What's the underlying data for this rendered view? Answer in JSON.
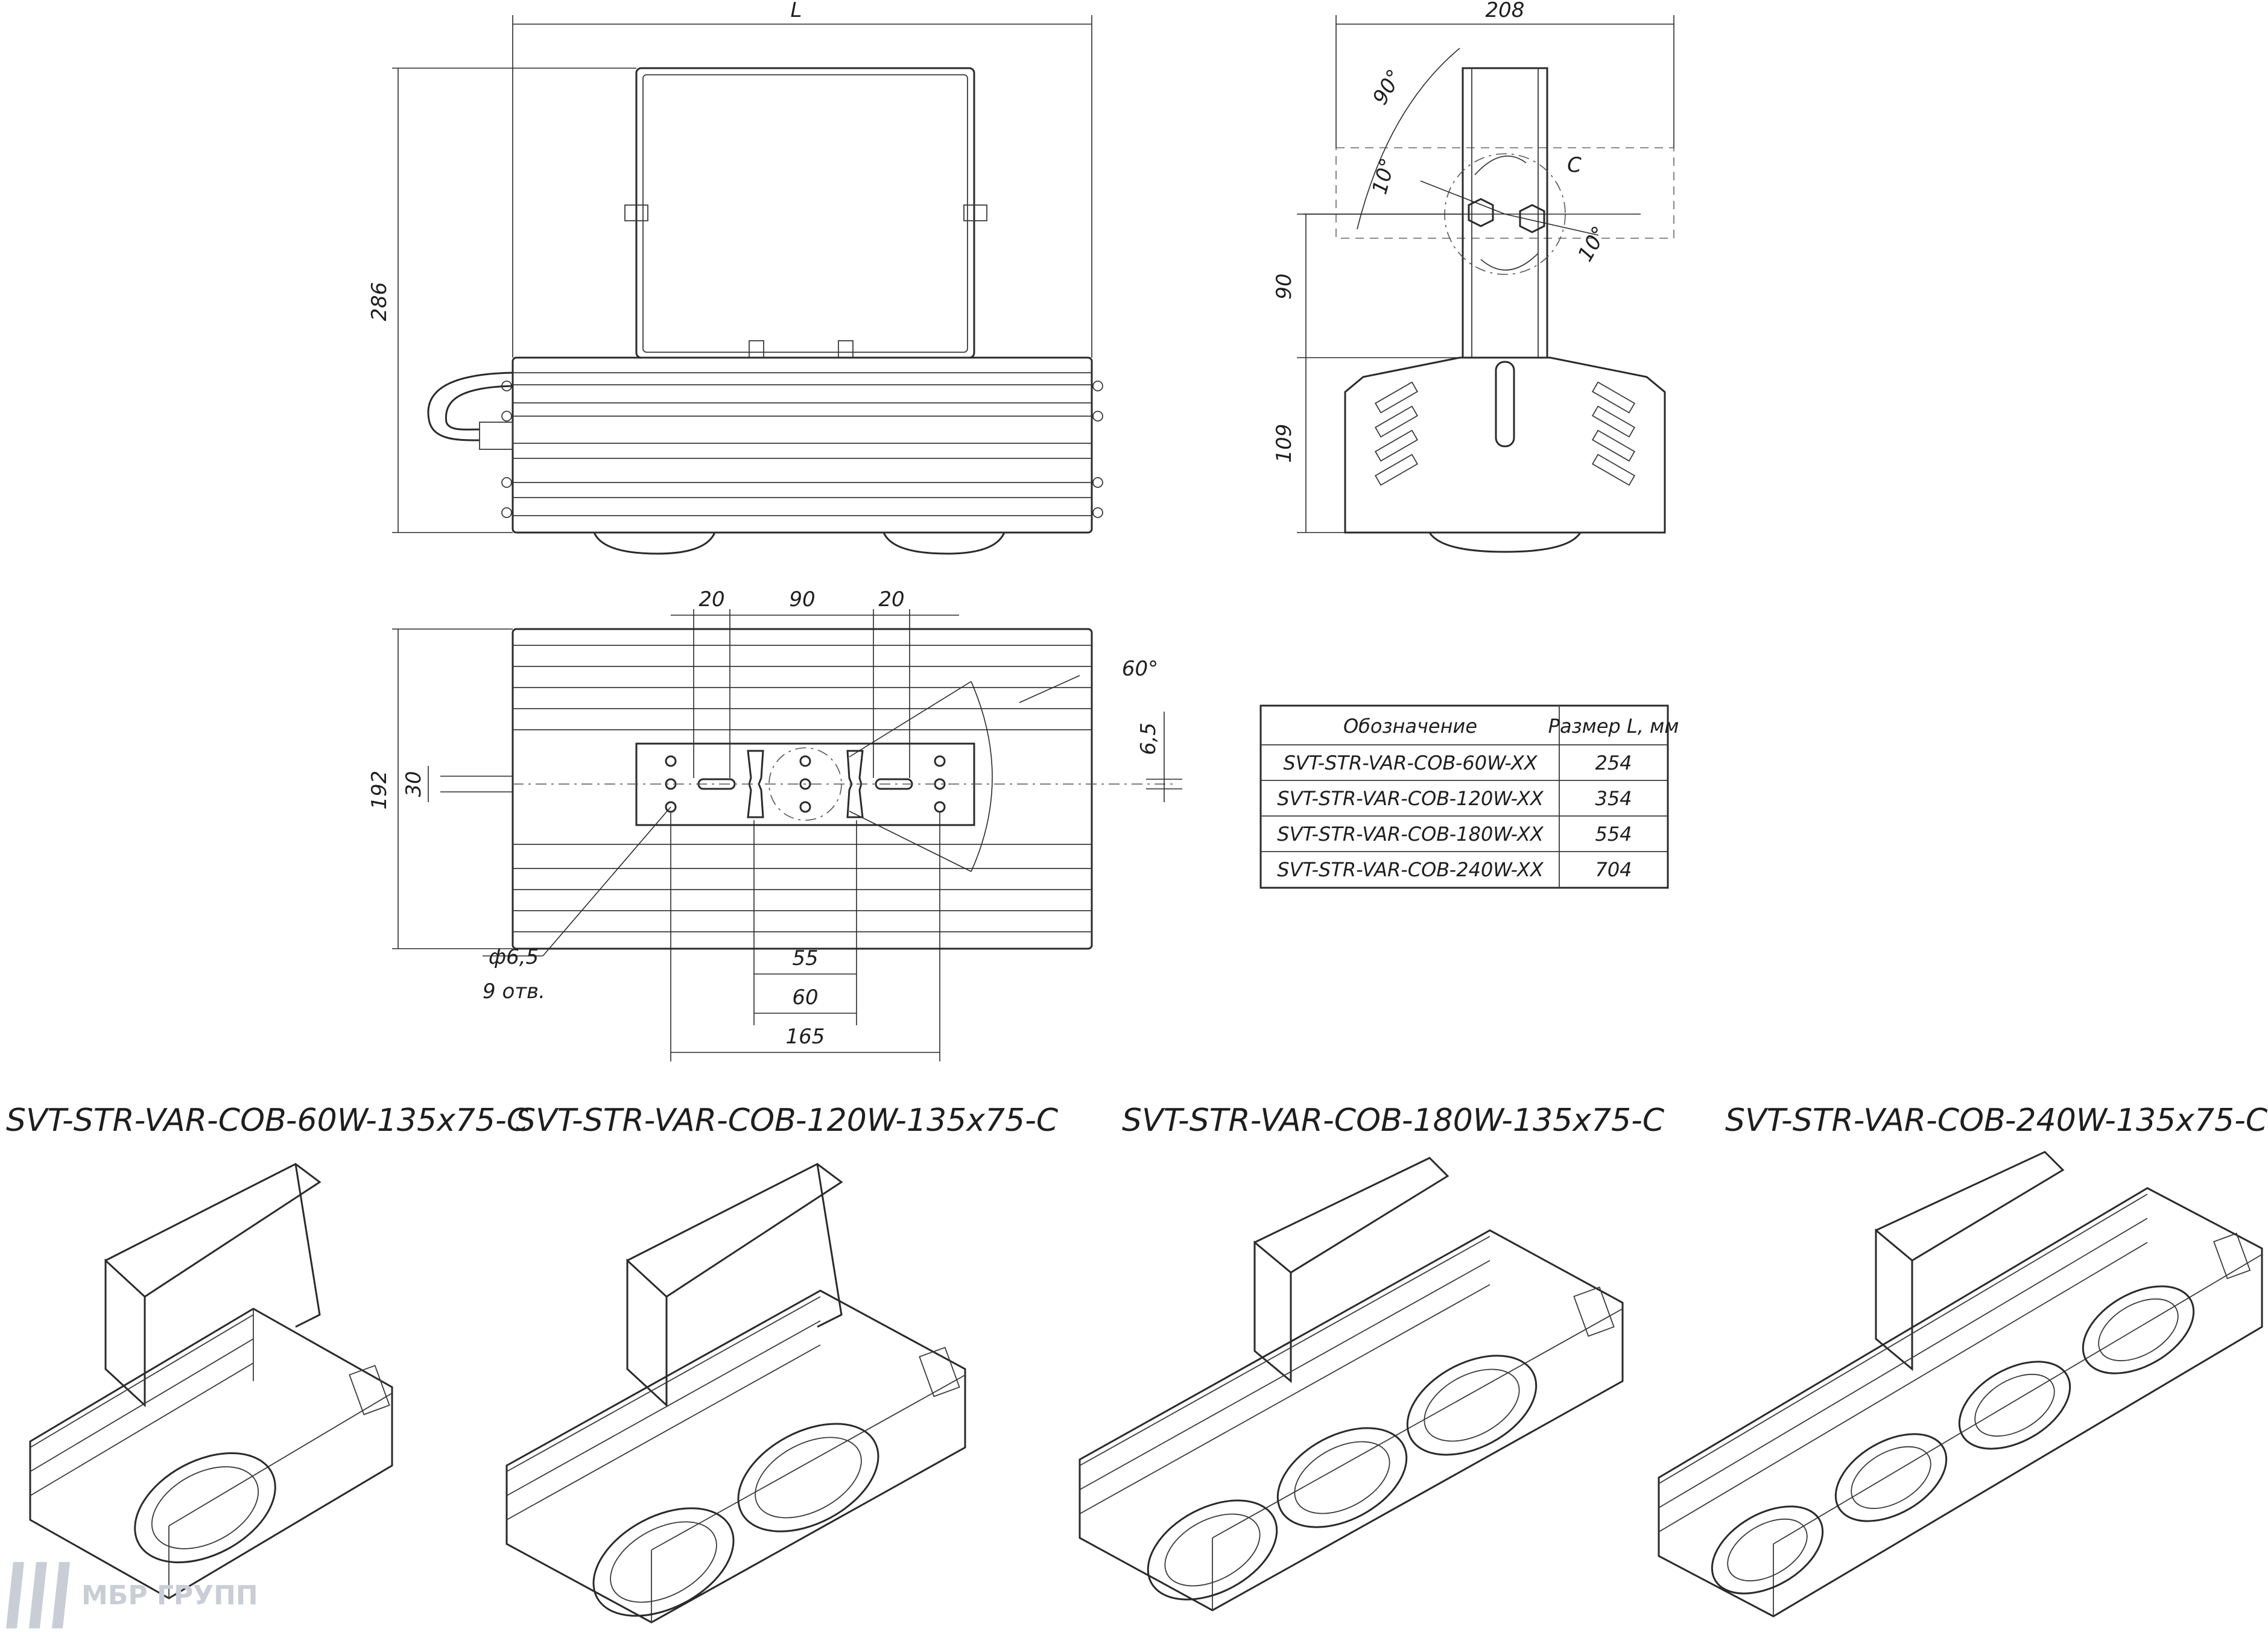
{
  "dimensions": {
    "top_length": "L",
    "side_width": "208",
    "angle_90": "90°",
    "angle_10_left": "10°",
    "angle_10_right": "10°",
    "mark_c": "C",
    "front_height": "286",
    "side_bracket_height": "90",
    "side_body_height": "109",
    "plan_gap_left": "20",
    "plan_gap_mid": "90",
    "plan_gap_right": "20",
    "plan_angle": "60°",
    "plan_slot": "6,5",
    "plan_height": "192",
    "plan_cable": "30",
    "plan_55": "55",
    "plan_60": "60",
    "plan_165": "165",
    "hole_dia": "ф6,5",
    "hole_count": "9 отв."
  },
  "table": {
    "header_designation": "Обозначение",
    "header_size": "Размер L, мм",
    "rows": [
      {
        "designation": "SVT-STR-VAR-COB-60W-XX",
        "size": "254"
      },
      {
        "designation": "SVT-STR-VAR-COB-120W-XX",
        "size": "354"
      },
      {
        "designation": "SVT-STR-VAR-COB-180W-XX",
        "size": "554"
      },
      {
        "designation": "SVT-STR-VAR-COB-240W-XX",
        "size": "704"
      }
    ]
  },
  "models": [
    {
      "caption": "SVT-STR-VAR-COB-60W-135x75-C"
    },
    {
      "caption": "SVT-STR-VAR-COB-120W-135x75-C"
    },
    {
      "caption": "SVT-STR-VAR-COB-180W-135x75-C"
    },
    {
      "caption": "SVT-STR-VAR-COB-240W-135x75-C"
    }
  ],
  "logo": {
    "text": "МБР ГРУПП"
  },
  "colors": {
    "line": "#2a2a2a",
    "background": "#ffffff",
    "logo": "#c9ced6"
  }
}
